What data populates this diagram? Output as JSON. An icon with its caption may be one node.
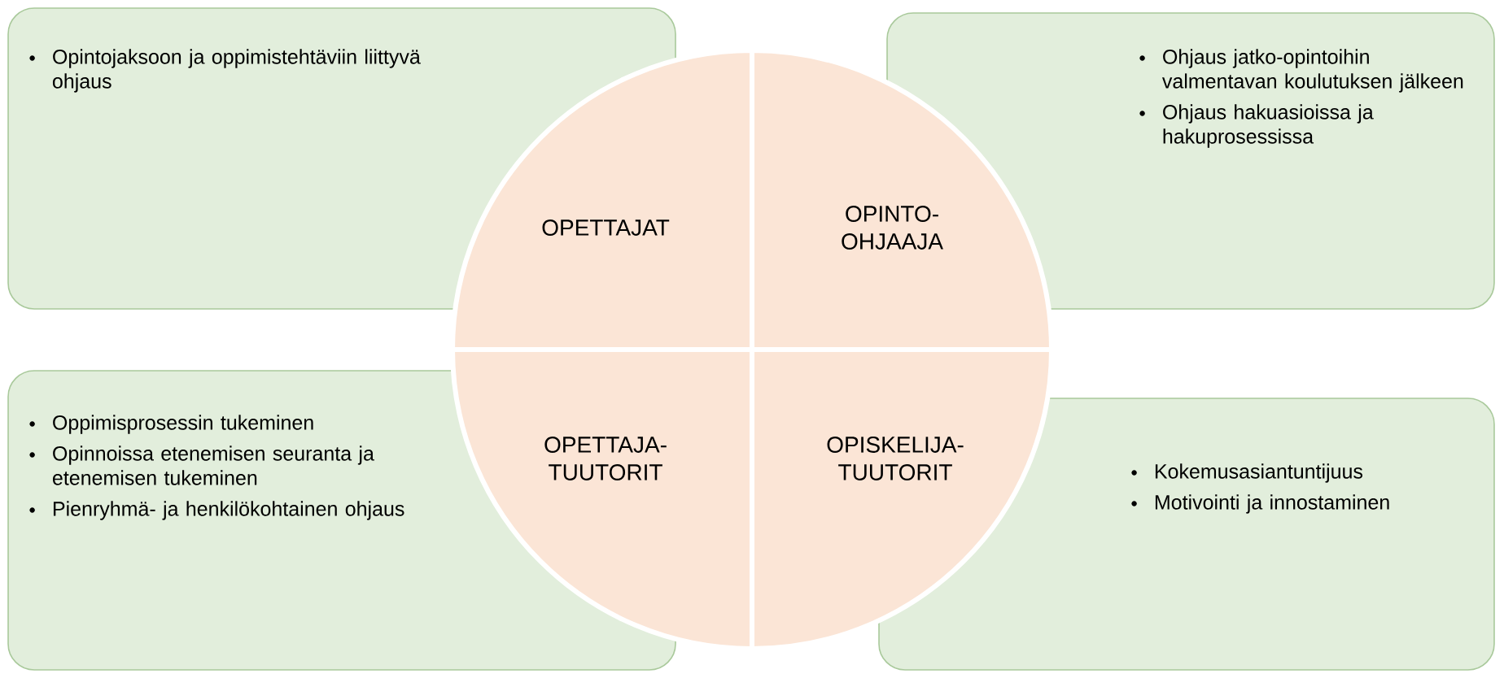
{
  "diagram": {
    "nodes": [
      {
        "text": [
          "Opintojaksoon ja oppimistehtäviin liittyvä ohjaus"
        ]
      },
      {
        "text": [
          "OPETTAJAT"
        ]
      },
      {
        "text": [
          "OPINTO- OHJAAJA"
        ]
      },
      {
        "text": [
          "Ohjaus jatko-opintoihin valmentavan koulutuksen jälkeen",
          "Ohjaus hakuasioissa ja hakuprosessissa"
        ]
      },
      {
        "text": [
          "Oppimisprosessin tukeminen",
          "Opinnoissa etenemisen seuranta ja etenemisen tukeminen",
          "Pienryhmä- ja henkilökohtainen ohjaus"
        ]
      },
      {
        "text": [
          "OPETTAJA- TUUTORIT"
        ]
      },
      {
        "text": [
          "OPISKELIJA- TUUTORIT"
        ]
      },
      {
        "text": [
          "Kokemusasiantuntijuus",
          "Motivointi ja innostaminen"
        ]
      }
    ]
  }
}
